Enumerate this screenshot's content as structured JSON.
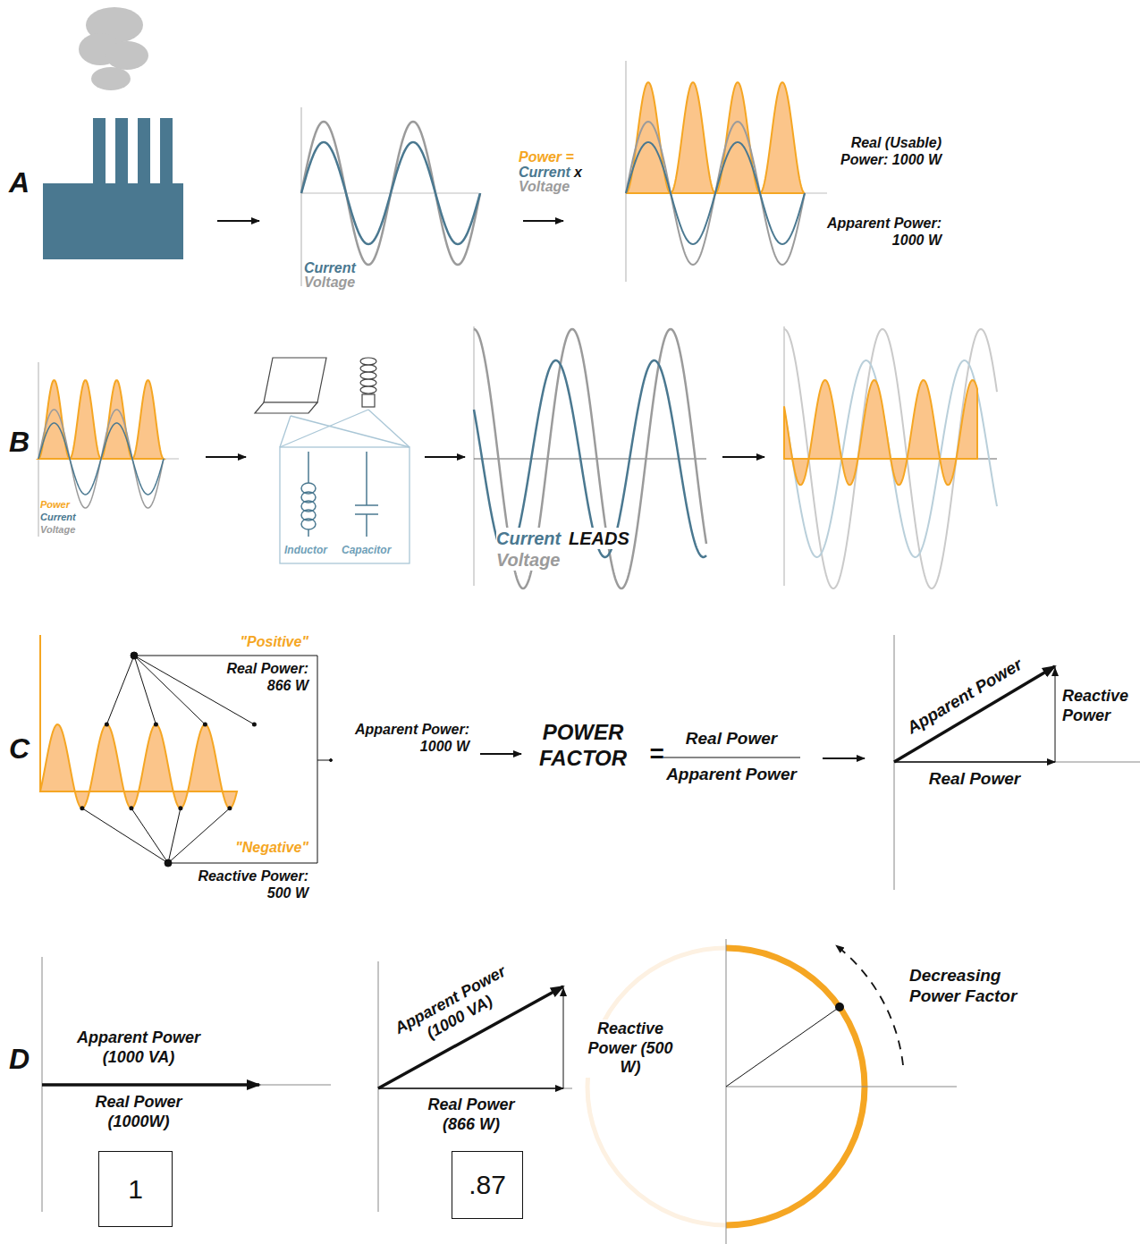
{
  "diagram": {
    "nodes": [
      {
        "text": [
          "1"
        ]
      },
      {
        "text": [
          ".87"
        ]
      }
    ],
    "labels": [
      "A",
      "Current",
      "Voltage",
      "Power =",
      "Current",
      "x",
      "Voltage",
      "Real (Usable) Power: 1000 W",
      "Apparent Power: 1000 W",
      "B",
      "Power",
      "Current",
      "Voltage",
      "Inductor",
      "Capacitor",
      "Current",
      "LEADS",
      "Voltage",
      "C",
      "\"Positive\"",
      "Real Power: 866 W",
      "\"Negative\"",
      "Reactive Power: 500 W",
      "Apparent Power: 1000 W",
      "POWER FACTOR",
      "=",
      "Real Power",
      "Apparent Power",
      "Apparent Power",
      "Reactive Power",
      "Real Power",
      "D",
      "Apparent Power (1000 VA)",
      "Real Power (1000W)",
      "Apparent Power (1000 VA)",
      "Reactive Power (500 W)",
      "Real Power (866 W)",
      "Decreasing Power Factor"
    ]
  }
}
